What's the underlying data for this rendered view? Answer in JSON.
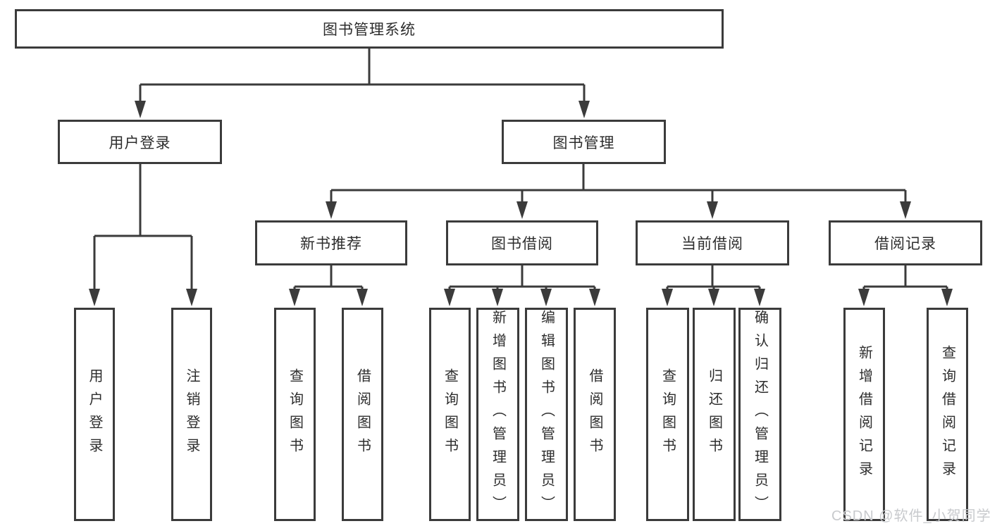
{
  "diagram": {
    "type": "hierarchy-tree",
    "root": {
      "label": "图书管理系统"
    },
    "level2": [
      {
        "id": "user-login",
        "label": "用户登录"
      },
      {
        "id": "book-management",
        "label": "图书管理"
      }
    ],
    "level3": [
      {
        "id": "new-book-recommend",
        "parent": "图书管理",
        "label": "新书推荐"
      },
      {
        "id": "book-borrow",
        "parent": "图书管理",
        "label": "图书借阅"
      },
      {
        "id": "current-borrow",
        "parent": "图书管理",
        "label": "当前借阅"
      },
      {
        "id": "borrow-records",
        "parent": "图书管理",
        "label": "借阅记录"
      }
    ],
    "leaves": [
      {
        "parent": "用户登录",
        "label": "用户登录"
      },
      {
        "parent": "用户登录",
        "label": "注销登录"
      },
      {
        "parent": "新书推荐",
        "label": "查询图书"
      },
      {
        "parent": "新书推荐",
        "label": "借阅图书"
      },
      {
        "parent": "图书借阅",
        "label": "查询图书"
      },
      {
        "parent": "图书借阅",
        "label": "新增图书（管理员）"
      },
      {
        "parent": "图书借阅",
        "label": "编辑图书（管理员）"
      },
      {
        "parent": "图书借阅",
        "label": "借阅图书"
      },
      {
        "parent": "当前借阅",
        "label": "查询图书"
      },
      {
        "parent": "当前借阅",
        "label": "归还图书"
      },
      {
        "parent": "当前借阅",
        "label": "确认归还（管理员）"
      },
      {
        "parent": "借阅记录",
        "label": "新增借阅记录"
      },
      {
        "parent": "借阅记录",
        "label": "查询借阅记录"
      }
    ]
  },
  "watermark": {
    "text": "CSDN @软件_小贺同学",
    "color": "#c8cacd"
  },
  "colors": {
    "line": "#3b3b3b",
    "box_border": "#3b3b3b",
    "text": "#2d2d2d",
    "background": "#ffffff"
  }
}
